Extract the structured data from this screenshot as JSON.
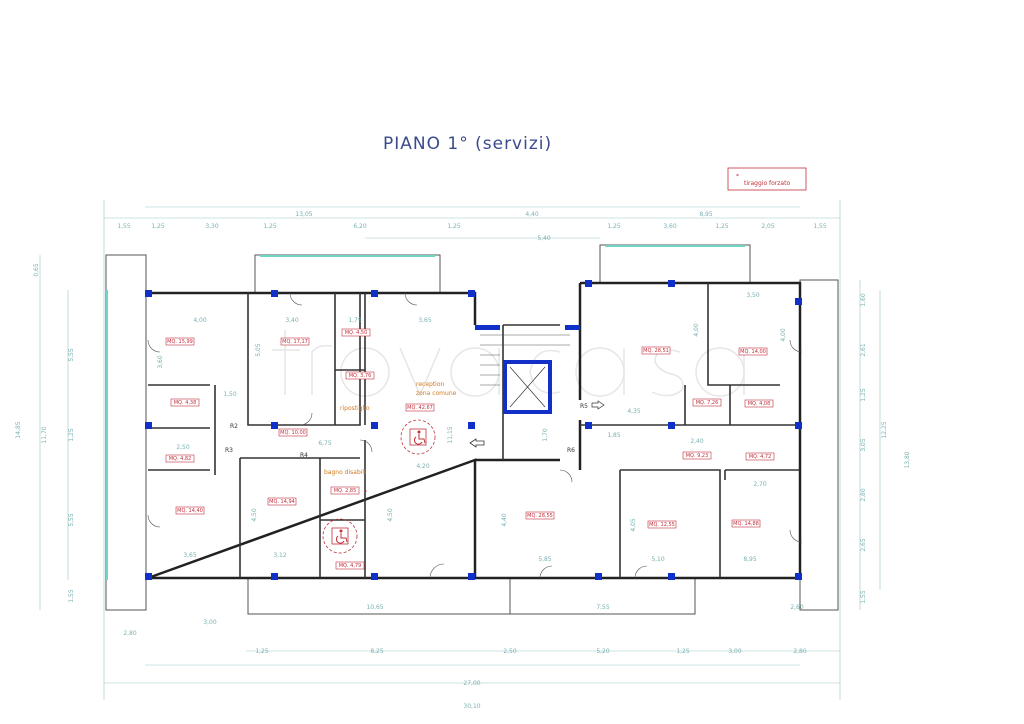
{
  "title": "PIANO 1° (servizi)",
  "legend": {
    "symbol": "*",
    "text": "tiraggio forzato"
  },
  "watermark": "trovacasa",
  "colors": {
    "walls": "#222222",
    "columns": "#1030c8",
    "dimensions": "#7ab0b0",
    "areas": "#c0303a",
    "notes": "#d07a20",
    "windows": "#6fd3c5"
  },
  "rooms": [
    {
      "area": "MQ. 15,99"
    },
    {
      "area": "MQ. 17,17"
    },
    {
      "area": "MQ. 4,50"
    },
    {
      "area": "MQ. 3,76"
    },
    {
      "area": "MQ. 4,38"
    },
    {
      "area": "MQ. 10,00"
    },
    {
      "area": "MQ. 4,82"
    },
    {
      "area": "MQ. 14,40"
    },
    {
      "area": "MQ. 14,94"
    },
    {
      "area": "MQ. 2,85"
    },
    {
      "area": "MQ. 4,79"
    },
    {
      "area": "MQ. 42,67"
    },
    {
      "area": "MQ. 28,51"
    },
    {
      "area": "MQ. 14,00"
    },
    {
      "area": "MQ. 7,26"
    },
    {
      "area": "MQ. 4,08"
    },
    {
      "area": "MQ. 9,23"
    },
    {
      "area": "MQ. 4,72"
    },
    {
      "area": "MQ. 28,55"
    },
    {
      "area": "MQ. 12,55"
    },
    {
      "area": "MQ. 14,88"
    }
  ],
  "notes": {
    "reception1": "reception",
    "reception2": "zona comune",
    "storage": "ripostiglio",
    "bath": "bagno disabili",
    "star": "*"
  },
  "markers": [
    "R2",
    "R3",
    "R4",
    "R5",
    "R6"
  ],
  "dims_top": [
    "1,55",
    "1,25",
    "3,30",
    "1,25",
    "6,20",
    "1,25",
    "13,05",
    "4,40",
    "5,40",
    "1,25",
    "3,60",
    "1,25",
    "2,05",
    "8,95",
    "1,55"
  ],
  "dims_bottom": [
    "10,65",
    "7,55",
    "2,60",
    "3,00",
    "2,80",
    "1,25",
    "8,25",
    "2,50",
    "5,20",
    "1,25",
    "3,00",
    "2,80",
    "27,00",
    "30,10"
  ],
  "dims_left": [
    "0,65",
    "14,85",
    "11,70",
    "5,55",
    "1,25",
    "5,55",
    "1,55"
  ],
  "dims_right": [
    "1,60",
    "2,61",
    "1,25",
    "3,05",
    "12,25",
    "13,80",
    "2,80",
    "2,65",
    "1,55"
  ],
  "dims_inner": [
    "4,00",
    "3,40",
    "1,75",
    "3,65",
    "3,60",
    "5,05",
    "1,50",
    "6,75",
    "2,50",
    "4,20",
    "3,65",
    "3,12",
    "4,50",
    "4,50",
    "11,15",
    "1,70",
    "4,35",
    "3,50",
    "4,00",
    "4,00",
    "1,85",
    "2,40",
    "2,70",
    "4,40",
    "5,85",
    "5,10",
    "4,05",
    "8,95"
  ]
}
